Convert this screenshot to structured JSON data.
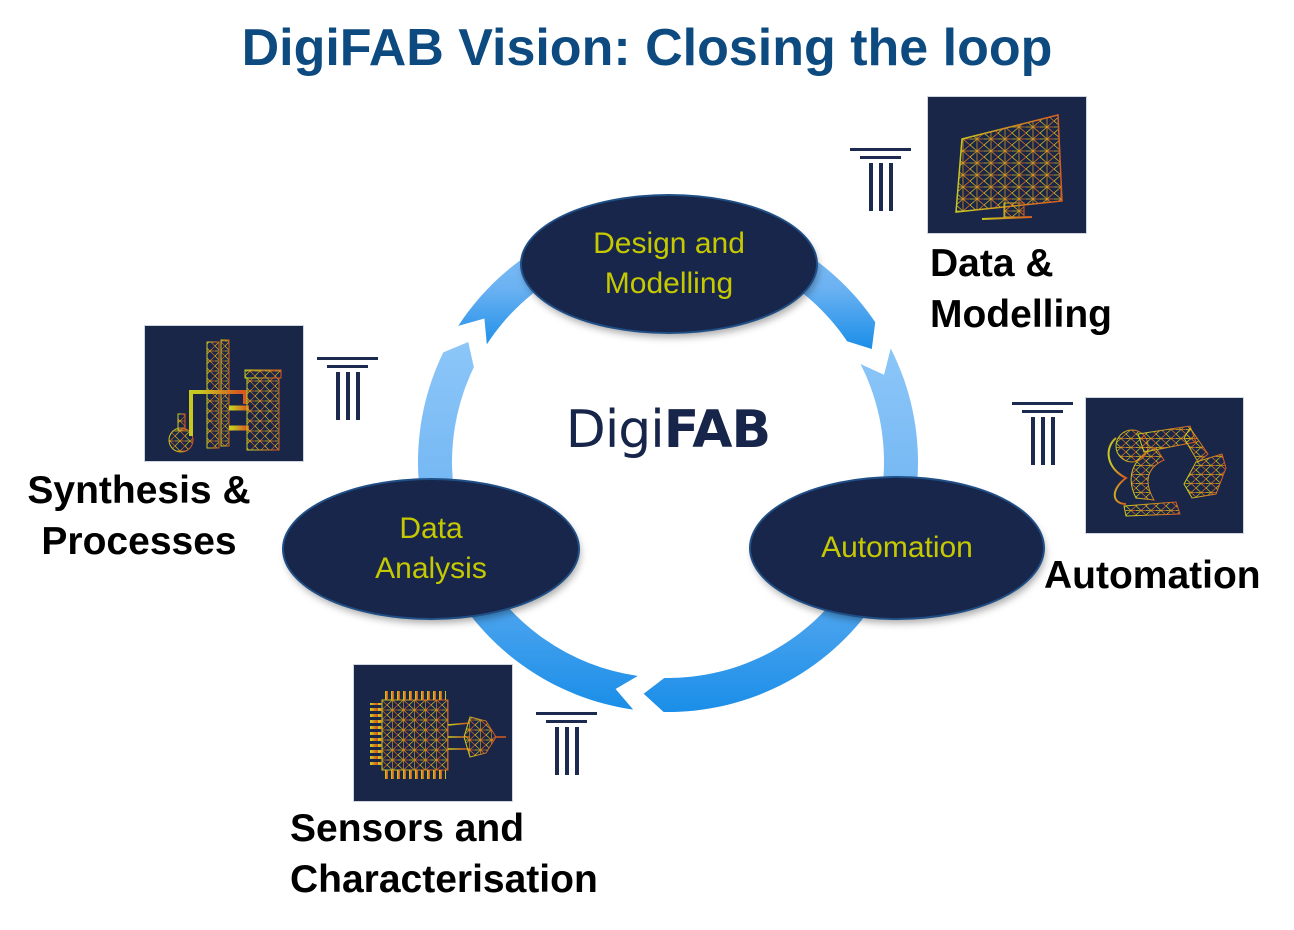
{
  "title": "DigiFAB Vision: Closing the loop",
  "center_logo": {
    "light": "Digi",
    "bold": "FAB"
  },
  "colors": {
    "title": "#0d4a80",
    "node_fill": "#17264a",
    "node_text": "#c6c800",
    "ring_light": "#8cc6f8",
    "ring_dark": "#1a8ee8",
    "tile_bg": "#1a2648",
    "mesh_yellow": "#c8c820",
    "mesh_orange": "#d85a20",
    "pillar": "#1c2a50"
  },
  "cycle_nodes": [
    {
      "id": "design",
      "lines": [
        "Design and",
        "Modelling"
      ]
    },
    {
      "id": "automation",
      "lines": [
        "Automation"
      ]
    },
    {
      "id": "analysis",
      "lines": [
        "Data",
        "Analysis"
      ]
    }
  ],
  "pillars": [
    {
      "id": "data-modelling",
      "icon": "monitor-mesh-icon",
      "lines": [
        "Data &",
        "Modelling"
      ]
    },
    {
      "id": "automation",
      "icon": "robot-arm-mesh-icon",
      "lines": [
        "Automation"
      ]
    },
    {
      "id": "sensors",
      "icon": "chip-sensor-mesh-icon",
      "lines": [
        "Sensors and",
        "Characterisation"
      ]
    },
    {
      "id": "synthesis",
      "icon": "chemical-plant-mesh-icon",
      "lines": [
        "Synthesis &",
        "Processes"
      ]
    }
  ]
}
